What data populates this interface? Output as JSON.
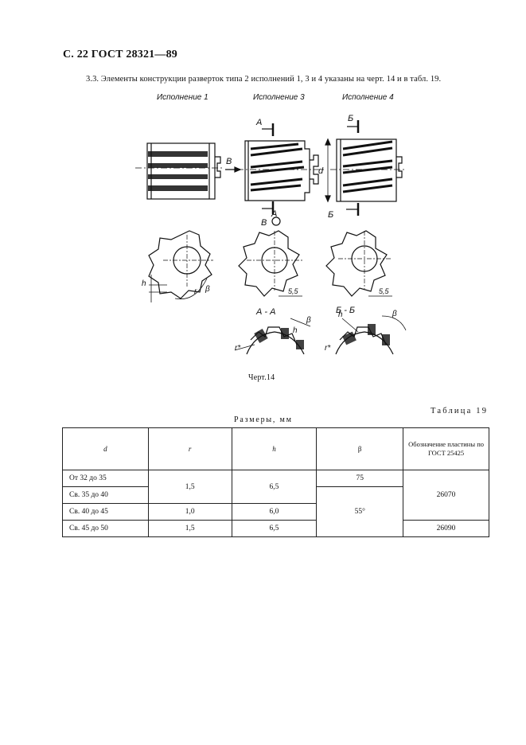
{
  "header": {
    "page_ref": "С. 22 ГОСТ 28321—89"
  },
  "intro": {
    "text": "3.3.  Элементы конструкции разверток типа 2 исполнений 1, 3 и 4 указаны на черт. 14 и в табл. 19."
  },
  "variants": [
    "Исполнение 1",
    "Исполнение 3",
    "Исполнение 4"
  ],
  "drawing_labels": {
    "section_a": "А",
    "section_b": "Б",
    "view_v": "В",
    "dim_d": "d",
    "dim_h": "h",
    "dim_r": "r",
    "dim_beta": "β",
    "dim_55": "5,5",
    "section_aa": "А - А",
    "section_bb": "Б - Б",
    "dim_r_star": "r*"
  },
  "caption": "Черт.14",
  "table": {
    "number_label": "Таблица 19",
    "title": "Размеры, мм",
    "headers": {
      "d": "d",
      "r": "r",
      "h": "h",
      "beta": "β",
      "designation": "Обозначение пластины по ГОСТ 25425"
    },
    "rows": [
      {
        "d": "От 32 до 35",
        "r": "1,5",
        "h": "6,5",
        "beta": "75",
        "designation": "26070"
      },
      {
        "d": "Св. 35 до 40",
        "r": "",
        "h": "",
        "beta": "55°",
        "designation": ""
      },
      {
        "d": "Св. 40 до 45",
        "r": "1,0",
        "h": "6,0",
        "beta": "",
        "designation": ""
      },
      {
        "d": "Св. 45 до 50",
        "r": "1,5",
        "h": "6,5",
        "beta": "",
        "designation": "26090"
      }
    ]
  }
}
